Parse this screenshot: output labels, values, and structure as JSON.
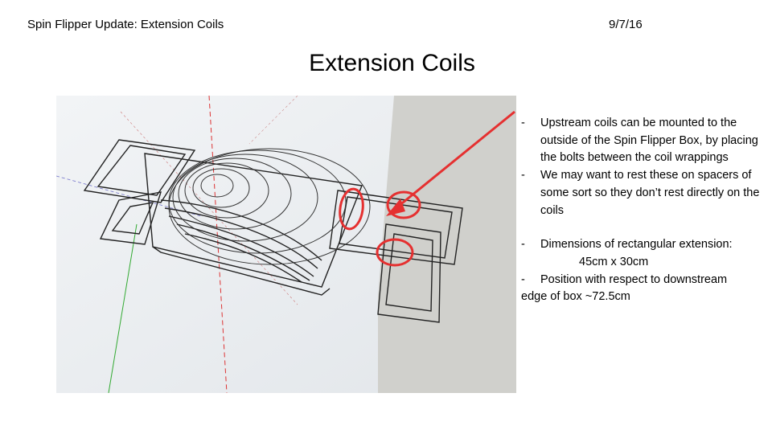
{
  "header": {
    "left_text": "Spin Flipper Update: Extension Coils",
    "date": "9/7/16"
  },
  "slide": {
    "title": "Extension Coils"
  },
  "colors": {
    "annotation": "#e53030",
    "background_wall": "#d0d0cc",
    "floor": "#eceff2"
  },
  "notes": {
    "group1": [
      {
        "dash": "-",
        "text": "Upstream coils can be mounted to the outside of the Spin Flipper Box, by placing the bolts between the coil wrappings"
      },
      {
        "dash": "-",
        "text": "We may want to rest these on spacers of some sort so they don’t rest directly on the coils"
      }
    ],
    "group2": {
      "item1": {
        "dash": "-",
        "text": "Dimensions of rectangular extension:"
      },
      "dimension_value": "45cm x 30cm",
      "item2": {
        "dash": "-",
        "text": "Position with respect to downstream"
      },
      "item2_continuation": "edge of box ~72.5cm"
    }
  }
}
